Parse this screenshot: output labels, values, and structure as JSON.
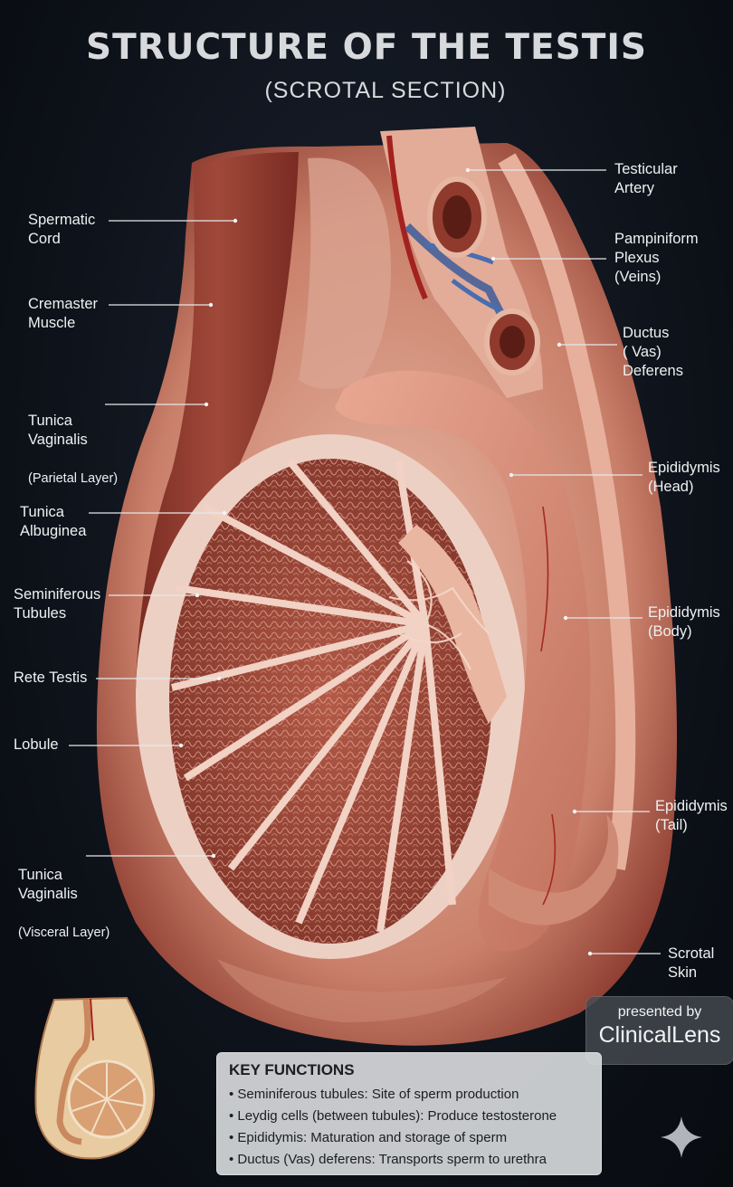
{
  "title": "STRUCTURE OF THE TESTIS",
  "subtitle": "(SCROTAL SECTION)",
  "labels": {
    "testicular_artery": "Testicular\nArtery",
    "pampiniform_plexus": "Pampiniform\nPlexus\n(Veins)",
    "ductus_deferens": "Ductus\n( Vas)\nDeferens",
    "epididymis_head": "Epididymis\n(Head)",
    "epididymis_body": "Epididymis\n(Body)",
    "epididymis_tail": "Epididymis\n(Tail)",
    "scrotal_skin": "Scrotal\nSkin",
    "spermatic_cord": "Spermatic\nCord",
    "cremaster_muscle": "Cremaster\nMuscle",
    "tunica_vaginalis_parietal": "Tunica\nVaginalis",
    "tunica_vaginalis_parietal_sub": "(Parietal Layer)",
    "tunica_albuginea": "Tunica\nAlbuginea",
    "seminiferous_tubules": "Seminiferous\nTubules",
    "rete_testis": "Rete Testis",
    "lobule": "Lobule",
    "tunica_vaginalis_visceral": "Tunica\nVaginalis",
    "tunica_vaginalis_visceral_sub": "(Visceral Layer)"
  },
  "badge": {
    "presented_by": "presented by",
    "brand": "ClinicalLens"
  },
  "key_functions": {
    "heading": "KEY FUNCTIONS",
    "items": [
      "Seminiferous tubules: Site of sperm production",
      "Leydig cells (between tubules): Produce testosterone",
      "Epididymis: Maturation and storage of sperm",
      "Ductus (Vas) deferens: Transports sperm to urethra"
    ]
  },
  "colors": {
    "tissue": "#e6b3a0",
    "muscle": "#8e3a2f",
    "tubule": "#9a4638",
    "vein": "#3d5c9a",
    "background": "#0c1017"
  }
}
